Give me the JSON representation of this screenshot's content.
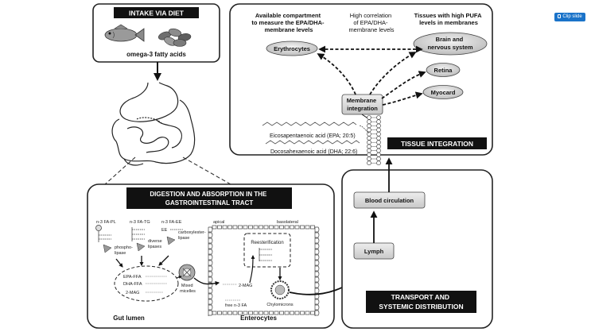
{
  "ui": {
    "clip_label": "Clip slide"
  },
  "diagram": {
    "intake": {
      "title": "INTAKE VIA DIET",
      "caption": "omega-3 fatty acids"
    },
    "tissue": {
      "title": "TISSUE INTEGRATION",
      "left_heading": [
        "Available compartment",
        "to measure the EPA/DHA-",
        "membrane levels"
      ],
      "center_heading": [
        "High correlation",
        "of EPA/DHA-",
        "membrane levels"
      ],
      "right_heading": [
        "Tissues with high PUFA",
        "levels in membranes"
      ],
      "erythrocytes": "Erythrocytes",
      "brain": [
        "Brain and",
        "nervous system"
      ],
      "retina": "Retina",
      "myocard": "Myocard",
      "membrane": [
        "Membrane",
        "integration"
      ],
      "epa": "Eicosapentaenoic acid (EPA; 20:5)",
      "dha": "Docosahexaenoic acid (DHA; 22:6)"
    },
    "digestion": {
      "title": [
        "DIGESTION AND ABSORPTION IN THE",
        "GASTROINTESTINAL TRACT"
      ],
      "fa_pl": "n-3 FA-PL",
      "fa_tg": "n-3 FA-TG",
      "fa_ee": "n-3 FA-EE",
      "ee": "EE",
      "phospholipase": [
        "phospho-",
        "lipase"
      ],
      "diverse_lipases": [
        "diverse",
        "lipases"
      ],
      "carboxylester": [
        "carboxylester-",
        "lipase"
      ],
      "epa_ffa": "EPA-FFA",
      "dha_ffa": "DHA-FFA",
      "two_mag": "2-MAG",
      "mixed_micelles": [
        "Mixed",
        "micelles"
      ],
      "apical": "apical",
      "basolateral": "basolateral",
      "reesterification": "Reesterification",
      "two_mag_cell": "2-MAG",
      "free_fa": "free n-3 FA",
      "chylomicrons": "Chylomicrons",
      "gut_lumen": "Gut lumen",
      "enterocytes": "Enterocytes"
    },
    "transport": {
      "blood": "Blood circulation",
      "lymph": "Lymph",
      "title": [
        "TRANSPORT AND",
        "SYSTEMIC DISTRIBUTION"
      ]
    }
  }
}
